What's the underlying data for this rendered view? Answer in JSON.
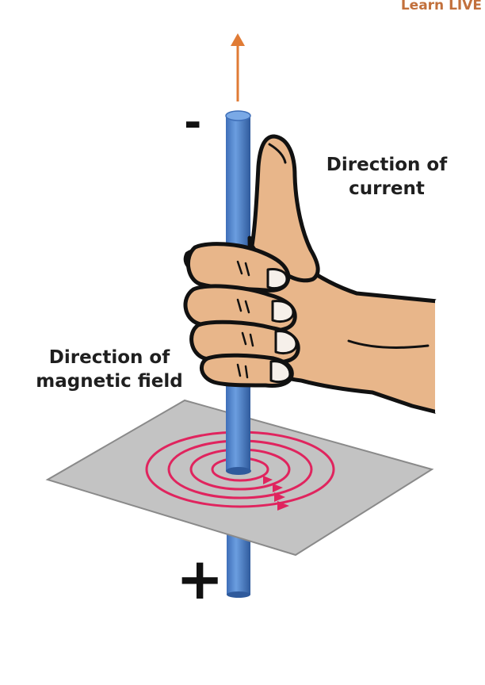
{
  "brand": {
    "text": "Learn LIVE"
  },
  "labels": {
    "current": [
      "Direction of",
      "current"
    ],
    "magnetic_field": [
      "Direction of",
      "magnetic field"
    ]
  },
  "signs": {
    "top": "-",
    "bottom": "+"
  },
  "icons": {
    "arrow": "up-arrow-icon",
    "hand": "thumbs-up-hand-icon"
  },
  "colors": {
    "conductor": "#4f7fc4",
    "current_arrow": "#e07b35",
    "field_lines": "#e0245e",
    "plane": "#c3c3c3",
    "skin": "#e8b68a",
    "brand": "#c2703c"
  }
}
